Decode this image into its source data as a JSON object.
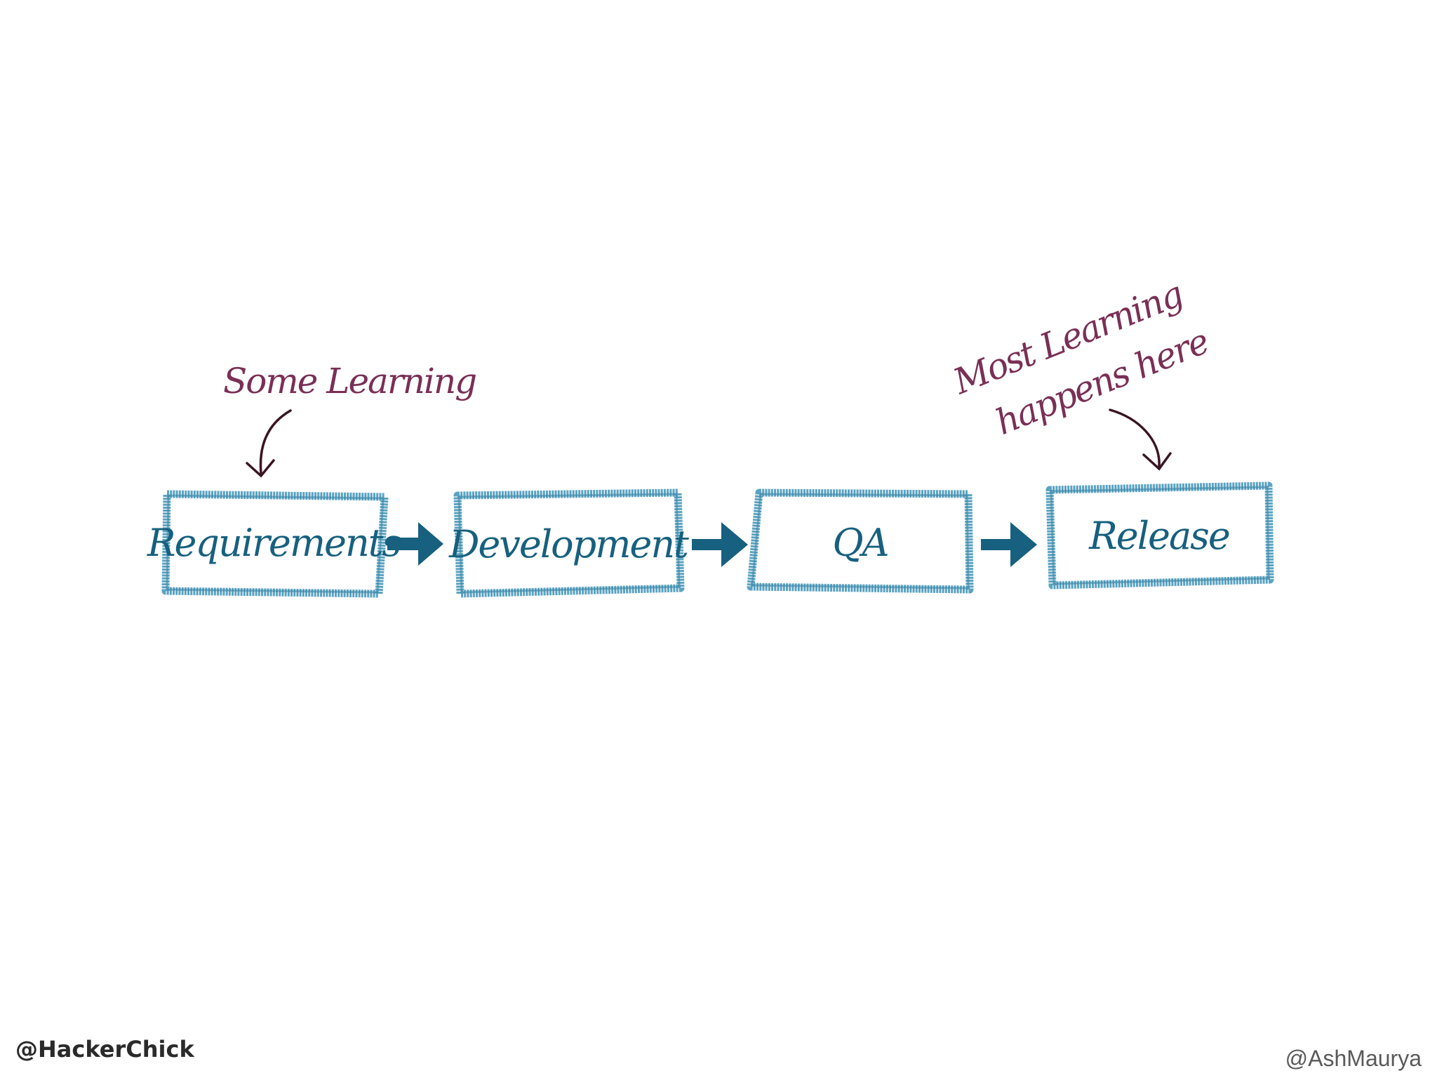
{
  "diagram": {
    "steps": [
      {
        "id": "requirements",
        "label": "Requirements"
      },
      {
        "id": "development",
        "label": "Development"
      },
      {
        "id": "qa",
        "label": "QA"
      },
      {
        "id": "release",
        "label": "Release"
      }
    ],
    "annotations": [
      {
        "id": "some-learning",
        "lines": [
          "Some Learning"
        ],
        "points_to": "requirements"
      },
      {
        "id": "most-learning",
        "lines": [
          "Most Learning",
          "happens here"
        ],
        "points_to": "release"
      }
    ],
    "colors": {
      "box_border": "#5ba3c1",
      "box_text": "#17607f",
      "flow_arrow": "#17607f",
      "annotation_text": "#7a2f56",
      "annotation_arrow": "#3a1524"
    }
  },
  "footer": {
    "left_handle": "@HackerChick",
    "right_handle": "@AshMaurya"
  }
}
